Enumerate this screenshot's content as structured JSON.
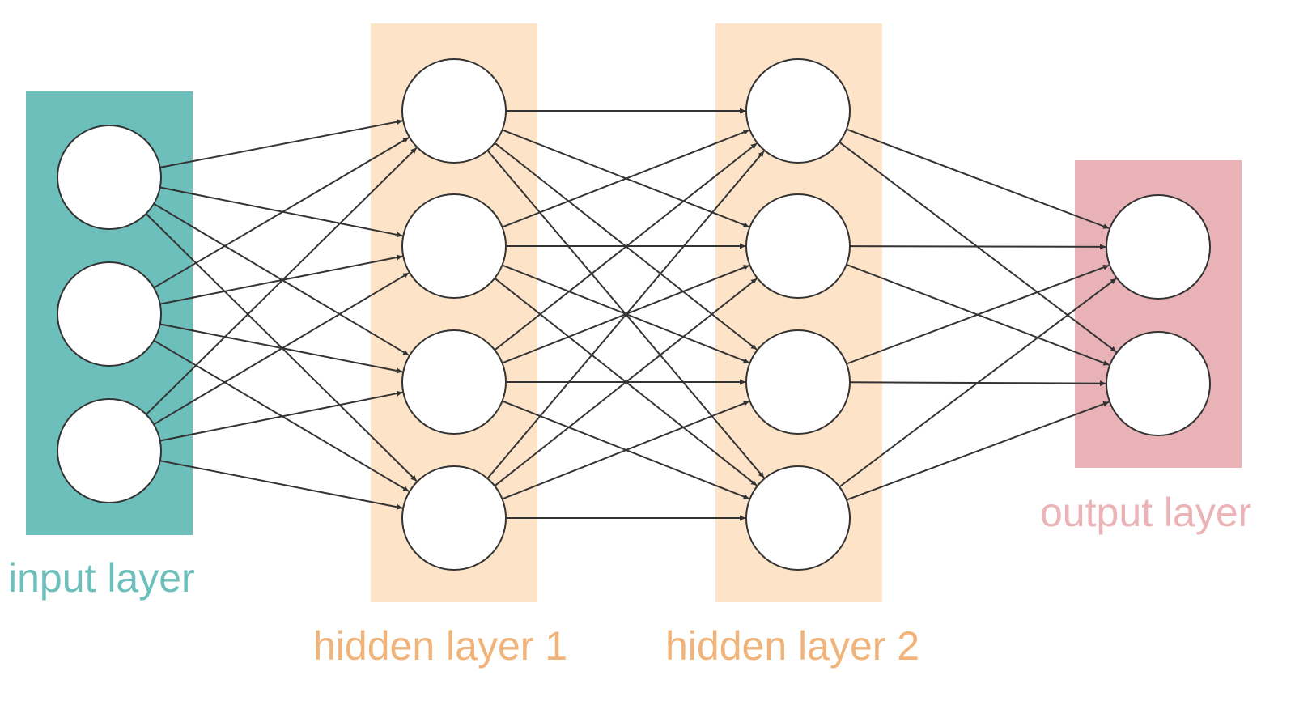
{
  "diagram": {
    "colors": {
      "input": "#6cbfbb",
      "hidden": "#fde3c7",
      "hidden_label": "#f0b47a",
      "output_box": "#e8b2b6",
      "output_label": "#ebb3b6",
      "line": "#333333",
      "neuron_fill": "#ffffff"
    },
    "layers": [
      {
        "id": "input",
        "label": "input layer",
        "neurons": 3
      },
      {
        "id": "hidden1",
        "label": "hidden layer 1",
        "neurons": 4
      },
      {
        "id": "hidden2",
        "label": "hidden layer 2",
        "neurons": 4
      },
      {
        "id": "output",
        "label": "output layer",
        "neurons": 2
      }
    ],
    "connectivity": "fully-connected",
    "arrows": true
  }
}
